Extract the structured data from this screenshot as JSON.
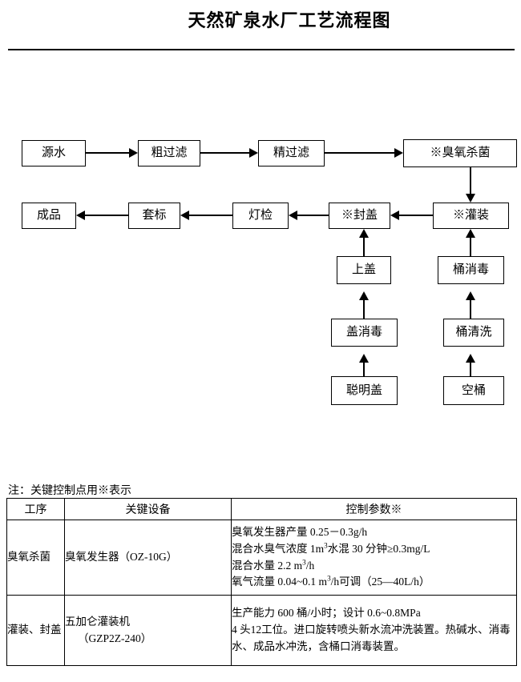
{
  "title": "天然矿泉水厂工艺流程图",
  "flowchart": {
    "nodes": [
      {
        "id": "source-water",
        "label": "源水"
      },
      {
        "id": "coarse-filter",
        "label": "粗过滤"
      },
      {
        "id": "fine-filter",
        "label": "精过滤"
      },
      {
        "id": "ozone-sterilization",
        "label": "※臭氧杀菌"
      },
      {
        "id": "filling",
        "label": "※灌装"
      },
      {
        "id": "capping",
        "label": "※封盖"
      },
      {
        "id": "lamp-inspection",
        "label": "灯检"
      },
      {
        "id": "labeling",
        "label": "套标"
      },
      {
        "id": "finished-product",
        "label": "成品"
      },
      {
        "id": "cap-on",
        "label": "上盖"
      },
      {
        "id": "cap-disinfection",
        "label": "盖消毒"
      },
      {
        "id": "smart-cap",
        "label": "聪明盖"
      },
      {
        "id": "barrel-disinfection",
        "label": "桶消毒"
      },
      {
        "id": "barrel-washing",
        "label": "桶清洗"
      },
      {
        "id": "empty-barrel",
        "label": "空桶"
      }
    ]
  },
  "note": "注：关键控制点用※表示",
  "table": {
    "headers": [
      "工序",
      "关键设备",
      "控制参数※"
    ],
    "rows": [
      {
        "process": "臭氧杀菌",
        "equipment_main": "臭氧发生器（OZ-10G）",
        "equipment_sub": "",
        "params": [
          "臭氧发生器产量 0.25－0.3g/h",
          "混合水臭气浓度 1m3水混 30 分钟≥0.3mg/L",
          "混合水量 2.2 m3/h",
          "氧气流量 0.04~0.1 m3/h可调（25—40L/h）"
        ]
      },
      {
        "process": "灌装、封盖",
        "equipment_main": "五加仑灌装机",
        "equipment_sub": "（GZP2Z-240）",
        "params": [
          "生产能力 600 桶/小时；设计 0.6~0.8MPa",
          "4 头12工位。进口旋转喷头新水流冲洗装置。热碱水、消毒水、成品水冲洗，含桶口消毒装置。"
        ]
      }
    ]
  }
}
